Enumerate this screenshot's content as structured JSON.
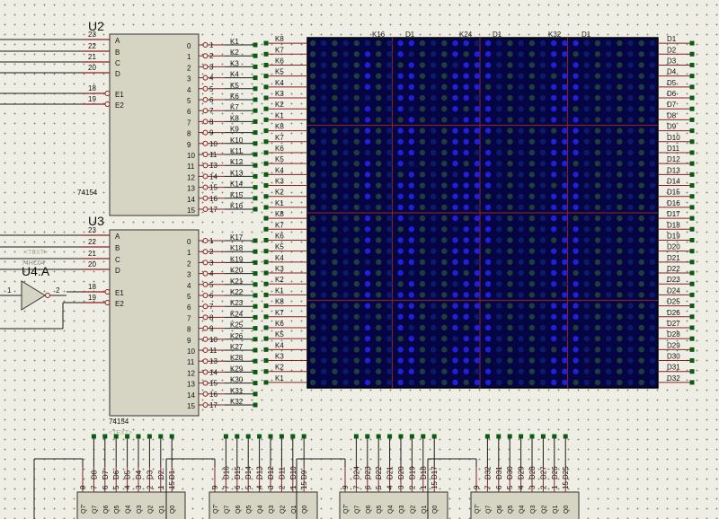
{
  "chips": {
    "u2": {
      "ref": "U2",
      "part": "74154",
      "inputs": [
        {
          "pin": "23",
          "name": "A"
        },
        {
          "pin": "22",
          "name": "B"
        },
        {
          "pin": "21",
          "name": "C"
        },
        {
          "pin": "20",
          "name": "D"
        },
        {
          "pin": "18",
          "name": "E1"
        },
        {
          "pin": "19",
          "name": "E2"
        }
      ],
      "outputs": [
        {
          "name": "0",
          "pin": "1",
          "net": "K1"
        },
        {
          "name": "1",
          "pin": "2",
          "net": "K2"
        },
        {
          "name": "2",
          "pin": "3",
          "net": "K3"
        },
        {
          "name": "3",
          "pin": "4",
          "net": "K4"
        },
        {
          "name": "4",
          "pin": "5",
          "net": "K5"
        },
        {
          "name": "5",
          "pin": "6",
          "net": "K6"
        },
        {
          "name": "6",
          "pin": "7",
          "net": "K7"
        },
        {
          "name": "7",
          "pin": "8",
          "net": "K8"
        },
        {
          "name": "8",
          "pin": "9",
          "net": "K9"
        },
        {
          "name": "9",
          "pin": "10",
          "net": "K10"
        },
        {
          "name": "10",
          "pin": "11",
          "net": "K11"
        },
        {
          "name": "11",
          "pin": "13",
          "net": "K12"
        },
        {
          "name": "12",
          "pin": "14",
          "net": "K13"
        },
        {
          "name": "13",
          "pin": "15",
          "net": "K14"
        },
        {
          "name": "14",
          "pin": "16",
          "net": "K15"
        },
        {
          "name": "15",
          "pin": "17",
          "net": "K16"
        }
      ]
    },
    "u3": {
      "ref": "U3",
      "part": "74154",
      "ghost_text": "<TEXT>",
      "inputs": [
        {
          "pin": "23",
          "name": "A"
        },
        {
          "pin": "22",
          "name": "B"
        },
        {
          "pin": "21",
          "name": "C"
        },
        {
          "pin": "20",
          "name": "D"
        },
        {
          "pin": "18",
          "name": "E1"
        },
        {
          "pin": "19",
          "name": "E2"
        }
      ],
      "outputs": [
        {
          "name": "0",
          "pin": "1",
          "net": "K17"
        },
        {
          "name": "1",
          "pin": "2",
          "net": "K18"
        },
        {
          "name": "2",
          "pin": "3",
          "net": "K19"
        },
        {
          "name": "3",
          "pin": "4",
          "net": "K20"
        },
        {
          "name": "4",
          "pin": "5",
          "net": "K21"
        },
        {
          "name": "5",
          "pin": "6",
          "net": "K22"
        },
        {
          "name": "6",
          "pin": "7",
          "net": "K23"
        },
        {
          "name": "7",
          "pin": "8",
          "net": "K24"
        },
        {
          "name": "8",
          "pin": "9",
          "net": "K25"
        },
        {
          "name": "9",
          "pin": "10",
          "net": "K26"
        },
        {
          "name": "10",
          "pin": "11",
          "net": "K27"
        },
        {
          "name": "11",
          "pin": "13",
          "net": "K28"
        },
        {
          "name": "12",
          "pin": "14",
          "net": "K29"
        },
        {
          "name": "13",
          "pin": "15",
          "net": "K30"
        },
        {
          "name": "14",
          "pin": "16",
          "net": "K31"
        },
        {
          "name": "15",
          "pin": "17",
          "net": "K32"
        }
      ]
    }
  },
  "inverter": {
    "ref": "U4:A",
    "ghost_ref": "<TEXT>",
    "ghost_part": "74HC04",
    "pin_in": "1",
    "pin_out": "2"
  },
  "matrix": {
    "left_labels": [
      "K8",
      "K7",
      "K6",
      "K5",
      "K4",
      "K3",
      "K2",
      "K1",
      "K8",
      "K7",
      "K6",
      "K5",
      "K4",
      "K3",
      "K2",
      "K1",
      "K8",
      "K7",
      "K6",
      "K5",
      "K4",
      "K3",
      "K2",
      "K1",
      "K8",
      "K7",
      "K6",
      "K5",
      "K4",
      "K3",
      "K2",
      "K1"
    ],
    "top_labels": [
      "K16",
      "D1",
      "K24",
      "D1",
      "K32",
      "D1"
    ],
    "right_labels": [
      "D1",
      "D2",
      "D3",
      "D4",
      "D5",
      "D6",
      "D7",
      "D8",
      "D9",
      "D10",
      "D11",
      "D12",
      "D13",
      "D14",
      "D15",
      "D16",
      "D17",
      "D18",
      "D19",
      "D20",
      "D21",
      "D22",
      "D23",
      "D24",
      "D25",
      "D26",
      "D27",
      "D28",
      "D29",
      "D30",
      "D31",
      "D32"
    ],
    "lit_columns": [
      5,
      8,
      9,
      13,
      14,
      15,
      16,
      22,
      23,
      24
    ],
    "colors": {
      "background": "#050543",
      "lit": "#2020d8",
      "dim": "#1f3d3a",
      "grid": "#7a2626"
    }
  },
  "shift_registers": [
    {
      "pins": [
        "9",
        "7",
        "6",
        "5",
        "4",
        "3",
        "2",
        "1",
        "15"
      ],
      "nets": [
        "D1",
        "D2",
        "D3",
        "D4",
        "D5",
        "D6",
        "D7",
        "D8"
      ],
      "outputs": [
        "Q7'",
        "Q7",
        "Q6",
        "Q5",
        "Q4",
        "Q3",
        "Q2",
        "Q1",
        "Q0"
      ]
    },
    {
      "pins": [
        "9",
        "7",
        "6",
        "5",
        "4",
        "3",
        "2",
        "1",
        "15"
      ],
      "nets": [
        "D9",
        "D10",
        "D11",
        "D12",
        "D13",
        "D14",
        "D15",
        "D16"
      ],
      "outputs": [
        "Q7'",
        "Q7",
        "Q6",
        "Q5",
        "Q4",
        "Q3",
        "Q2",
        "Q1",
        "Q0"
      ]
    },
    {
      "pins": [
        "9",
        "7",
        "6",
        "5",
        "4",
        "3",
        "2",
        "1",
        "15"
      ],
      "nets": [
        "D17",
        "D18",
        "D19",
        "D20",
        "D21",
        "D22",
        "D23",
        "D24"
      ],
      "outputs": [
        "Q7'",
        "Q7",
        "Q6",
        "Q5",
        "Q4",
        "Q3",
        "Q2",
        "Q1",
        "Q0"
      ]
    },
    {
      "pins": [
        "9",
        "7",
        "6",
        "5",
        "4",
        "3",
        "2",
        "1",
        "15"
      ],
      "nets": [
        "D25",
        "D26",
        "D27",
        "D28",
        "D29",
        "D30",
        "D31",
        "D32"
      ],
      "outputs": [
        "Q7'",
        "Q7",
        "Q6",
        "Q5",
        "Q4",
        "Q3",
        "Q2",
        "Q1",
        "Q0"
      ]
    }
  ]
}
